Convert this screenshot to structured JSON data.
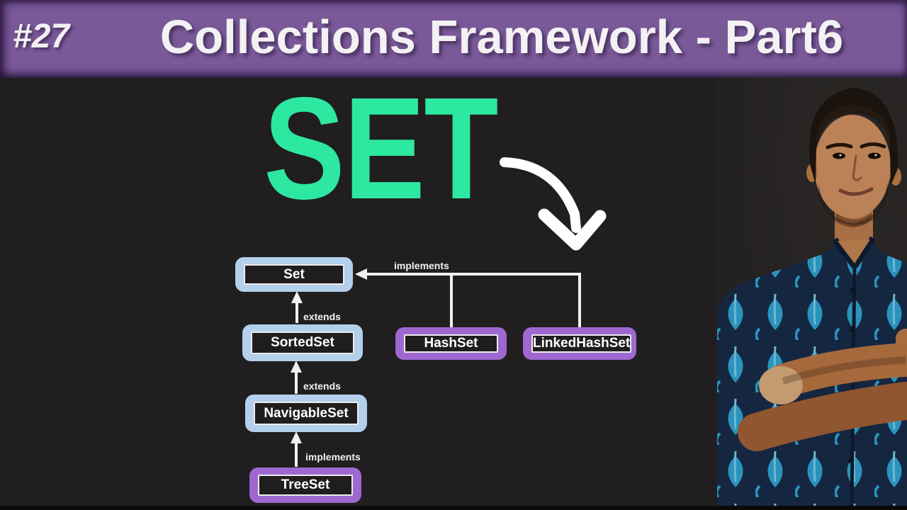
{
  "header": {
    "episode": "#27",
    "title": "Collections Framework - Part6",
    "bg_color": "#7a5999",
    "text_color": "#f4f1f4"
  },
  "hero": {
    "keyword": "SET",
    "keyword_color": "#2de8a0",
    "arrow_color": "#ffffff"
  },
  "diagram": {
    "interface_fill": "#b2cfec",
    "class_fill": "#9f68d0",
    "connector_color": "#f0f0f0",
    "nodes": [
      {
        "label": "Set",
        "kind": "interface"
      },
      {
        "label": "SortedSet",
        "kind": "interface"
      },
      {
        "label": "NavigableSet",
        "kind": "interface"
      },
      {
        "label": "TreeSet",
        "kind": "class"
      },
      {
        "label": "HashSet",
        "kind": "class"
      },
      {
        "label": "LinkedHashSet",
        "kind": "class"
      }
    ],
    "edges": [
      {
        "from": "SortedSet",
        "to": "Set",
        "label": "extends"
      },
      {
        "from": "NavigableSet",
        "to": "SortedSet",
        "label": "extends"
      },
      {
        "from": "TreeSet",
        "to": "NavigableSet",
        "label": "implements"
      },
      {
        "from": "HashSet",
        "to": "Set",
        "label": "implements"
      },
      {
        "from": "LinkedHashSet",
        "to": "Set",
        "label": "implements"
      }
    ]
  },
  "presenter": {
    "description": "instructor-arms-crossed",
    "shirt_color": "#152640",
    "pattern_color": "#2ea6d3",
    "skin_color": "#b57e50"
  }
}
